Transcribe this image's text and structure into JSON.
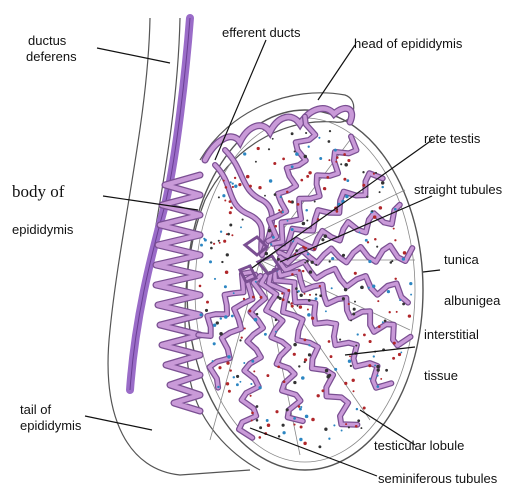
{
  "labels": {
    "ductus_deferens_1": "ductus",
    "ductus_deferens_2": "deferens",
    "efferent_ducts": "efferent ducts",
    "head_of_epididymis": "head of  epididymis",
    "rete_testis": "rete testis",
    "body_of_1": "body of",
    "body_of_2": "epididymis",
    "straight_tubules": "straight tubules",
    "tunica_1": "tunica",
    "tunica_2": "albunigea",
    "interstitial_1": "interstitial",
    "interstitial_2": "tissue",
    "tail_1": "tail of",
    "tail_2": "epididymis",
    "testicular_lobule": "testicular lobule",
    "seminiferous_tubules": "seminiferous tubules"
  },
  "colors": {
    "tubule_fill": "#c99ad8",
    "tubule_stroke": "#7a4f92",
    "duct_fill": "#9a6cc8",
    "outline": "#555555",
    "dot_red": "#b0262a",
    "dot_blue": "#2c86c2",
    "dot_dark": "#333333"
  }
}
